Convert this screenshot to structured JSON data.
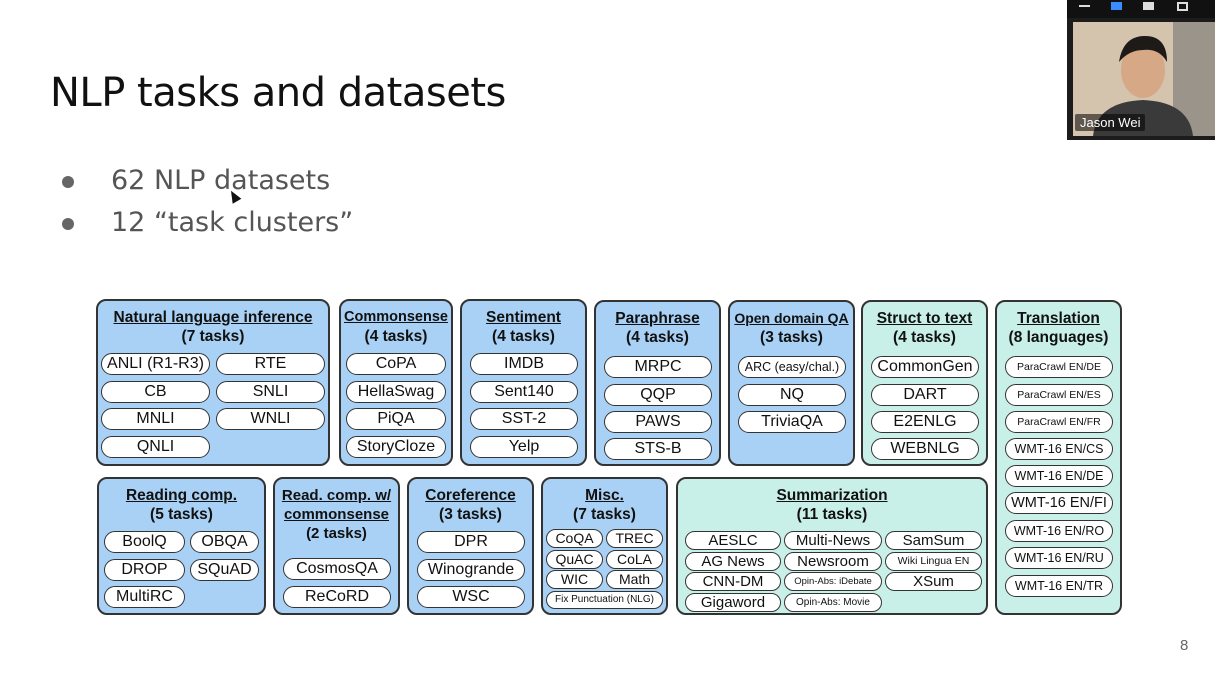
{
  "slide": {
    "title": "NLP tasks and datasets",
    "bullets": [
      "62 NLP datasets",
      "12 “task clusters”"
    ],
    "page_number": "8"
  },
  "video": {
    "participant_name": "Jason Wei"
  },
  "clusters": {
    "nli": {
      "title": "Natural language inference",
      "count": "(7 tasks)",
      "items": [
        "ANLI (R1-R3)",
        "RTE",
        "CB",
        "SNLI",
        "MNLI",
        "WNLI",
        "QNLI"
      ]
    },
    "commonsense": {
      "title": "Commonsense",
      "count": "(4 tasks)",
      "items": [
        "CoPA",
        "HellaSwag",
        "PiQA",
        "StoryCloze"
      ]
    },
    "sentiment": {
      "title": "Sentiment",
      "count": "(4 tasks)",
      "items": [
        "IMDB",
        "Sent140",
        "SST-2",
        "Yelp"
      ]
    },
    "paraphrase": {
      "title": "Paraphrase",
      "count": "(4 tasks)",
      "items": [
        "MRPC",
        "QQP",
        "PAWS",
        "STS-B"
      ]
    },
    "odqa": {
      "title": "Open domain QA",
      "count": "(3 tasks)",
      "items": [
        "ARC (easy/chal.)",
        "NQ",
        "TriviaQA"
      ]
    },
    "struct": {
      "title": "Struct to text",
      "count": "(4 tasks)",
      "items": [
        "CommonGen",
        "DART",
        "E2ENLG",
        "WEBNLG"
      ]
    },
    "translation": {
      "title": "Translation",
      "count": "(8 languages)",
      "items": [
        "ParaCrawl EN/DE",
        "ParaCrawl EN/ES",
        "ParaCrawl EN/FR",
        "WMT-16 EN/CS",
        "WMT-16 EN/DE",
        "WMT-16 EN/FI",
        "WMT-16 EN/RO",
        "WMT-16 EN/RU",
        "WMT-16 EN/TR"
      ]
    },
    "reading": {
      "title": "Reading comp.",
      "count": "(5 tasks)",
      "items": [
        "BoolQ",
        "OBQA",
        "DROP",
        "SQuAD",
        "MultiRC"
      ]
    },
    "readcs": {
      "title1": "Read. comp. w/",
      "title2": "commonsense",
      "count": "(2 tasks)",
      "items": [
        "CosmosQA",
        "ReCoRD"
      ]
    },
    "coref": {
      "title": "Coreference",
      "count": "(3 tasks)",
      "items": [
        "DPR",
        "Winogrande",
        "WSC"
      ]
    },
    "misc": {
      "title": "Misc.",
      "count": "(7 tasks)",
      "items": [
        "CoQA",
        "TREC",
        "QuAC",
        "CoLA",
        "WIC",
        "Math",
        "Fix Punctuation (NLG)"
      ]
    },
    "summ": {
      "title": "Summarization",
      "count": "(11 tasks)",
      "items": [
        "AESLC",
        "Multi-News",
        "SamSum",
        "AG News",
        "Newsroom",
        "Wiki Lingua EN",
        "CNN-DM",
        "Opin-Abs: iDebate",
        "XSum",
        "Gigaword",
        "Opin-Abs: Movie"
      ]
    }
  },
  "colors": {
    "cluster_blue": "#a9d1f5",
    "summarization_teal": "#c9f0e8"
  }
}
